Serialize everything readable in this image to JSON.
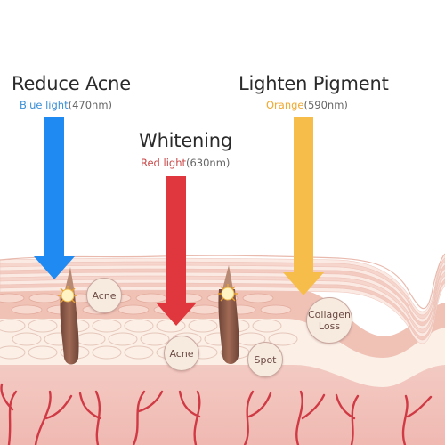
{
  "treatments": [
    {
      "title": "Reduce Acne",
      "light_color_label": "Blue light",
      "wavelength": "(470nm)",
      "label_color": "#3a8fd6",
      "arrow_color": "#1e8af2"
    },
    {
      "title": "Whitening",
      "light_color_label": "Red light",
      "wavelength": "(630nm)",
      "label_color": "#c94a4a",
      "arrow_color": "#e0363d"
    },
    {
      "title": "Lighten Pigment",
      "light_color_label": "Orange",
      "wavelength": "(590nm)",
      "label_color": "#f0a830",
      "arrow_color": "#f7bd4a"
    }
  ],
  "callouts": {
    "acne_upper": "Acne",
    "acne_lower": "Acne",
    "spot": "Spot",
    "collagen_loss": [
      "Collagen",
      "Loss"
    ]
  },
  "colors": {
    "epidermis": "#f6dcd5",
    "dermis": "#f1c9bf",
    "deep_tissue": "#f4c6bf",
    "vessels": "#cf3a45",
    "hair": "#8a5a4a"
  }
}
